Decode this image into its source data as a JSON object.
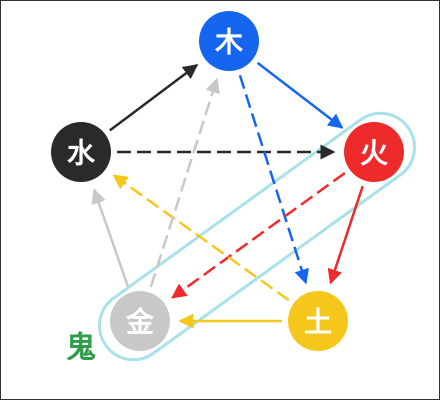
{
  "nodes": [
    {
      "id": "wood",
      "label": "木",
      "fill": "#1565ee",
      "text_color": "#ffffff"
    },
    {
      "id": "fire",
      "label": "火",
      "fill": "#ee2a2a",
      "text_color": "#ffffff"
    },
    {
      "id": "earth",
      "label": "土",
      "fill": "#f5c71c",
      "text_color": "#ffffff"
    },
    {
      "id": "metal",
      "label": "金",
      "fill": "#c8c8c8",
      "text_color": "#ffffff"
    },
    {
      "id": "water",
      "label": "水",
      "fill": "#2a2a2a",
      "text_color": "#ffffff"
    }
  ],
  "edges": [
    {
      "from": "water",
      "to": "wood",
      "color": "#2a2a2a",
      "style": "solid"
    },
    {
      "from": "water",
      "to": "fire",
      "color": "#2a2a2a",
      "style": "dashed"
    },
    {
      "from": "wood",
      "to": "fire",
      "color": "#1565ee",
      "style": "solid"
    },
    {
      "from": "wood",
      "to": "earth",
      "color": "#1565ee",
      "style": "dashed"
    },
    {
      "from": "fire",
      "to": "earth",
      "color": "#ee2a2a",
      "style": "solid"
    },
    {
      "from": "fire",
      "to": "metal",
      "color": "#ee2a2a",
      "style": "dashed"
    },
    {
      "from": "earth",
      "to": "metal",
      "color": "#f5c71c",
      "style": "solid"
    },
    {
      "from": "earth",
      "to": "water",
      "color": "#f5c71c",
      "style": "dashed"
    },
    {
      "from": "metal",
      "to": "water",
      "color": "#c8c8c8",
      "style": "solid"
    },
    {
      "from": "metal",
      "to": "wood",
      "color": "#c8c8c8",
      "style": "dashed"
    }
  ],
  "highlight": {
    "label": "鬼",
    "label_color": "#2e9e4a",
    "outline_color": "#a8e2e8",
    "members": [
      "fire",
      "metal"
    ]
  }
}
